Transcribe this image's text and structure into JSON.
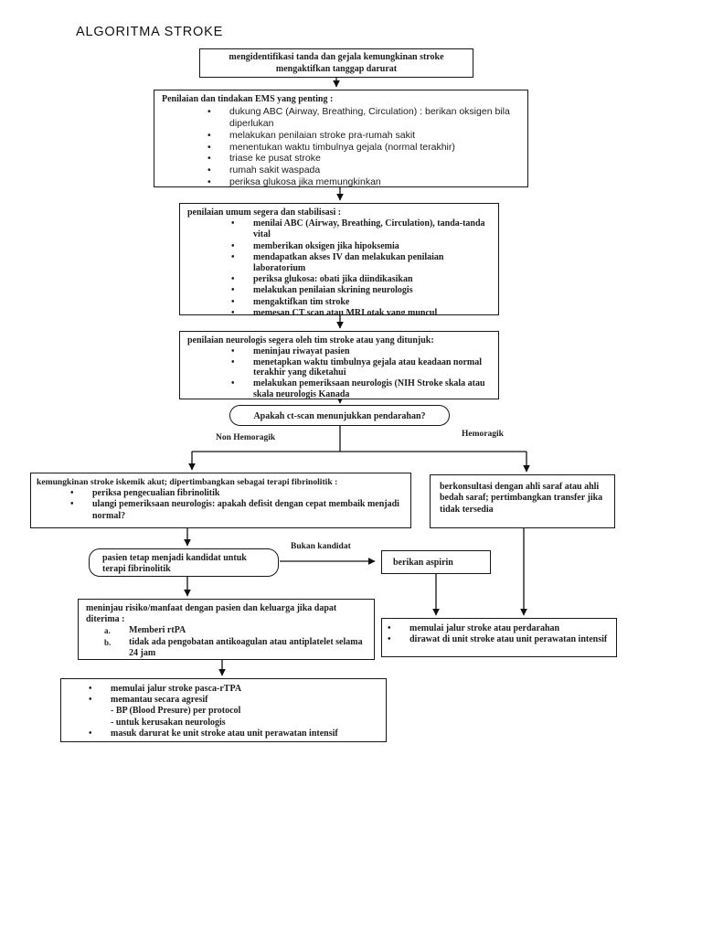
{
  "page": {
    "title": "ALGORITMA STROKE"
  },
  "colors": {
    "ink": "#1c1c1c",
    "border": "#161616",
    "background": "#ffffff"
  },
  "flow": {
    "identify": {
      "line1": "mengidentifikasi tanda dan gejala kemungkinan stroke",
      "line2": "mengaktifkan tanggap darurat"
    },
    "ems": {
      "heading": "Penilaian dan tindakan EMS yang penting :",
      "items": [
        "dukung ABC (Airway, Breathing, Circulation)  : berikan oksigen bila diperlukan",
        "melakukan penilaian stroke pra-rumah sakit",
        "menentukan waktu timbulnya gejala (normal terakhir)",
        "triase ke pusat stroke",
        "rumah sakit waspada",
        "periksa glukosa jika memungkinkan"
      ]
    },
    "general": {
      "heading": "penilaian umum segera dan stabilisasi :",
      "items": [
        "menilai ABC (Airway, Breathing, Circulation), tanda-tanda vital",
        "memberikan oksigen jika hipoksemia",
        "mendapatkan akses IV dan melakukan penilaian laboratorium",
        "periksa glukosa: obati jika diindikasikan",
        "melakukan penilaian skrining neurologis",
        "mengaktifkan tim stroke",
        "memesan CT scan atau MRI otak yang muncul"
      ]
    },
    "neuro": {
      "heading": "penilaian neurologis segera oleh tim stroke atau yang ditunjuk:",
      "items": [
        "meninjau riwayat pasien",
        "menetapkan waktu timbulnya gejala atau keadaan normal terakhir yang diketahui",
        "melakukan pemeriksaan neurologis (NIH Stroke skala atau skala neurologis Kanada"
      ]
    },
    "decision": {
      "question": "Apakah ct-scan menunjukkan pendarahan?"
    },
    "branch_left_label": "Non Hemoragik",
    "branch_right_label": "Hemoragik",
    "ischemic": {
      "heading": "kemungkinan stroke iskemik akut; dipertimbangkan sebagai terapi fibrinolitik :",
      "items": [
        "periksa pengecualian fibrinolitik",
        "ulangi pemeriksaan neurologis: apakah defisit dengan cepat membaik menjadi normal?"
      ]
    },
    "consult": {
      "text": "berkonsultasi dengan ahli saraf atau ahli bedah saraf; pertimbangkan transfer jika tidak tersedia"
    },
    "candidate": {
      "text": "pasien tetap menjadi kandidat untuk terapi fibrinolitik"
    },
    "not_candidate_label": "Bukan kandidat",
    "aspirin": {
      "text": "berikan aspirin"
    },
    "risk": {
      "heading": "meninjau risiko/manfaat dengan pasien dan keluarga jika dapat diterima :",
      "items": [
        {
          "marker": "a.",
          "text": "Memberi rtPA"
        },
        {
          "marker": "b.",
          "text": "tidak ada pengobatan antikoagulan atau antiplatelet selama 24 jam"
        }
      ]
    },
    "hemorrhage": {
      "items": [
        "memulai jalur stroke atau perdarahan",
        "dirawat di unit stroke atau unit perawatan intensif"
      ]
    },
    "post_rtpa": {
      "items": [
        {
          "bullet": true,
          "text": "memulai jalur stroke pasca-rTPA"
        },
        {
          "bullet": true,
          "text": "memantau secara agresif"
        },
        {
          "bullet": false,
          "text": "- BP (Blood Presure) per protocol"
        },
        {
          "bullet": false,
          "text": "- untuk kerusakan neurologis"
        },
        {
          "bullet": true,
          "text": "masuk darurat ke unit stroke atau unit perawatan intensif"
        }
      ]
    }
  }
}
